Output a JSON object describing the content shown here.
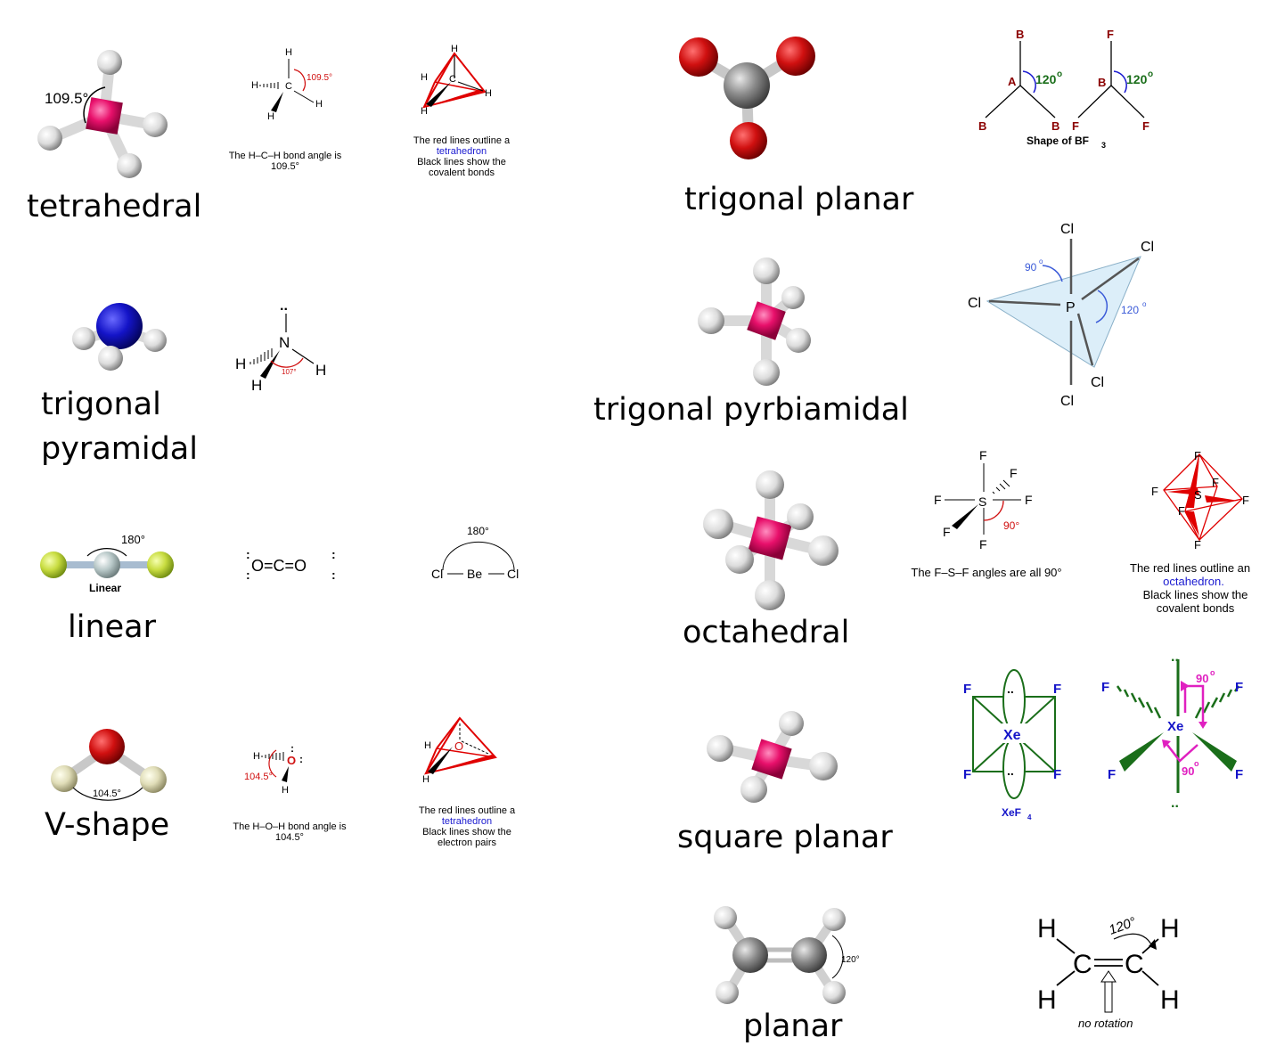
{
  "labels": {
    "tetrahedral": "tetrahedral",
    "trigonal_pyramidal_1": "trigonal",
    "trigonal_pyramidal_2": "pyramidal",
    "linear": "linear",
    "v_shape": "V-shape",
    "trigonal_planar": "trigonal planar",
    "trigonal_bipyramidal": "trigonal pyrbiamidal",
    "octahedral": "octahedral",
    "square_planar": "square planar",
    "planar": "planar"
  },
  "tetrahedral": {
    "angle_label": "109.5°",
    "structural_angle": "109.5°",
    "caption_1": "The H–C–H bond angle is",
    "caption_2": "109.5°",
    "outline_line1": "The red lines outline a",
    "outline_line2": "tetrahedron",
    "outline_line3": "Black lines show the",
    "outline_line4": "covalent bonds"
  },
  "trigonal_pyramidal": {
    "angle": "107°",
    "lone_pair": "..",
    "center": "N"
  },
  "linear": {
    "angle": "180°",
    "ball_caption": "Linear",
    "becl2_angle": "180°",
    "co2": "O=C=O",
    "cl": "Cl",
    "be": "Be"
  },
  "v_shape": {
    "angle_ball": "104.5°",
    "angle_struct": "104.5°",
    "caption_1": "The H–O–H bond angle is",
    "caption_2": "104.5°",
    "outline_line1": "The red lines outline a",
    "outline_line2": "tetrahedron",
    "outline_line3": "Black lines show the",
    "outline_line4": "electron pairs"
  },
  "bf3": {
    "angle": "120",
    "deg": "o",
    "center_a": "A",
    "center_b": "B",
    "sub_b": "B",
    "sub_f": "F",
    "caption": "Shape of BF",
    "caption_sub": "3"
  },
  "pcl5": {
    "angle_90": "90",
    "angle_120": "120",
    "deg": "o",
    "p": "P",
    "cl": "Cl"
  },
  "sf6": {
    "caption": "The F–S–F angles are all 90°",
    "angle": "90°",
    "s": "S",
    "f": "F",
    "outline_line1": "The red lines outline an",
    "outline_line2": "octahedron.",
    "outline_line3": "Black lines show the",
    "outline_line4": "covalent bonds"
  },
  "xef4": {
    "xe": "Xe",
    "f": "F",
    "caption": "XeF",
    "caption_sub": "4",
    "angle_1": "90",
    "angle_2": "90",
    "deg": "o"
  },
  "ethene": {
    "angle_ball": "120°",
    "angle_struct": "120°",
    "h": "H",
    "c": "C",
    "caption": "no rotation"
  },
  "colors": {
    "pink": "#e8106b",
    "blue": "#1414c8",
    "red": "#d01010",
    "gray": "#8a8a8a",
    "darkred": "#8b0000",
    "green": "#1a6e1a",
    "magenta": "#e020c0",
    "pblue": "#3a5ad8",
    "lightblue": "#dceef9"
  }
}
